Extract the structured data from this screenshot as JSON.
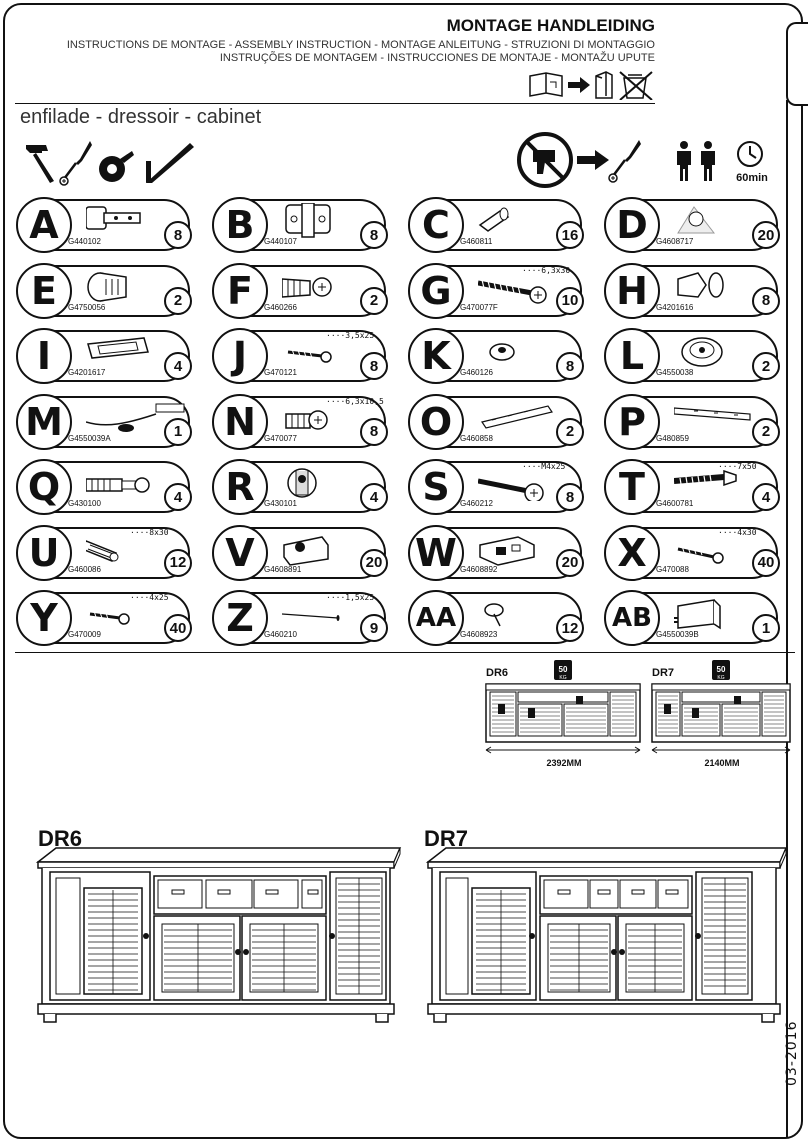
{
  "header": {
    "title": "MONTAGE HANDLEIDING",
    "subtitle_line1": "INSTRUCTIONS DE MONTAGE - ASSEMBLY INSTRUCTION - MONTAGE ANLEITUNG - STRUZIONI DI MONTAGGIO",
    "subtitle_line2": "INSTRUÇÕES DE MONTAGEM - INSTRUCCIONES DE MONTAJE - MONTAŽU UPUTE",
    "product": "enfilade - dressoir - cabinet",
    "time": "60min",
    "date": "03-2016"
  },
  "parts": [
    {
      "letter": "A",
      "code": "G440102",
      "qty": "8",
      "dim": ""
    },
    {
      "letter": "B",
      "code": "G440107",
      "qty": "8",
      "dim": ""
    },
    {
      "letter": "C",
      "code": "G460811",
      "qty": "16",
      "dim": ""
    },
    {
      "letter": "D",
      "code": "G4608717",
      "qty": "20",
      "dim": ""
    },
    {
      "letter": "E",
      "code": "G4750056",
      "qty": "2",
      "dim": ""
    },
    {
      "letter": "F",
      "code": "G460266",
      "qty": "2",
      "dim": ""
    },
    {
      "letter": "G",
      "code": "G470077F",
      "qty": "10",
      "dim": "6,3x30"
    },
    {
      "letter": "H",
      "code": "G4201616",
      "qty": "8",
      "dim": ""
    },
    {
      "letter": "I",
      "code": "G4201617",
      "qty": "4",
      "dim": ""
    },
    {
      "letter": "J",
      "code": "G470121",
      "qty": "8",
      "dim": "3,5x25"
    },
    {
      "letter": "K",
      "code": "G460126",
      "qty": "8",
      "dim": ""
    },
    {
      "letter": "L",
      "code": "G4550038",
      "qty": "2",
      "dim": ""
    },
    {
      "letter": "M",
      "code": "G4550039A",
      "qty": "1",
      "dim": ""
    },
    {
      "letter": "N",
      "code": "G470077",
      "qty": "8",
      "dim": "6,3x10,5"
    },
    {
      "letter": "O",
      "code": "G460858",
      "qty": "2",
      "dim": ""
    },
    {
      "letter": "P",
      "code": "G480859",
      "qty": "2",
      "dim": ""
    },
    {
      "letter": "Q",
      "code": "G430100",
      "qty": "4",
      "dim": ""
    },
    {
      "letter": "R",
      "code": "G430101",
      "qty": "4",
      "dim": ""
    },
    {
      "letter": "S",
      "code": "G460212",
      "qty": "8",
      "dim": "M4x25"
    },
    {
      "letter": "T",
      "code": "G4600781",
      "qty": "4",
      "dim": "7x50"
    },
    {
      "letter": "U",
      "code": "G460086",
      "qty": "12",
      "dim": "8x30"
    },
    {
      "letter": "V",
      "code": "G4608891",
      "qty": "20",
      "dim": ""
    },
    {
      "letter": "W",
      "code": "G4608892",
      "qty": "20",
      "dim": ""
    },
    {
      "letter": "X",
      "code": "G470088",
      "qty": "40",
      "dim": "4x30"
    },
    {
      "letter": "Y",
      "code": "G470009",
      "qty": "40",
      "dim": "4x25"
    },
    {
      "letter": "Z",
      "code": "G460210",
      "qty": "9",
      "dim": "1,5x25"
    },
    {
      "letter": "AA",
      "code": "G4608923",
      "qty": "12",
      "dim": ""
    },
    {
      "letter": "AB",
      "code": "G4550039B",
      "qty": "1",
      "dim": ""
    }
  ],
  "variants": {
    "dr6": {
      "name": "DR6",
      "width": "2392MM",
      "weight": "50",
      "unit": "KG"
    },
    "dr7": {
      "name": "DR7",
      "width": "2140MM",
      "weight": "50",
      "unit": "KG"
    }
  },
  "icons": [
    "hammer-icon",
    "screwdriver-icon",
    "tape-measure-icon",
    "square-ruler-icon",
    "no-power-drill-icon",
    "arrow-icon",
    "people-icon",
    "clock-icon",
    "book-icon",
    "box-icon",
    "no-trash-icon"
  ]
}
